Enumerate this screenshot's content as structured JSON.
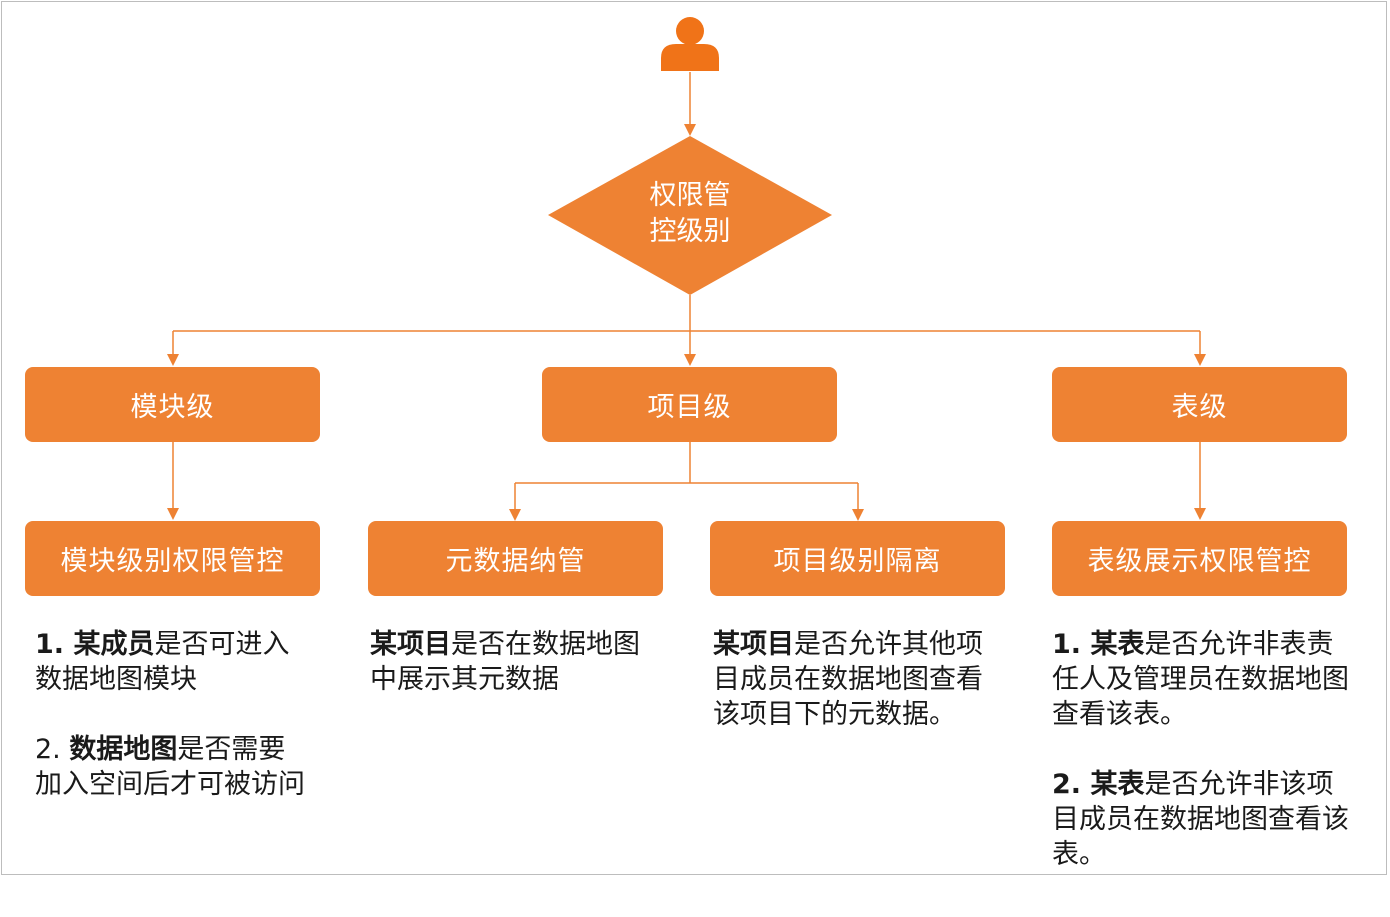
{
  "colors": {
    "accent": "#ee8233",
    "line": "#ee8233",
    "border": "#bdbdbd"
  },
  "user": {
    "icon": "user-icon"
  },
  "decision": {
    "line1": "权限管",
    "line2": "控级别"
  },
  "levels": {
    "module": "模块级",
    "project": "项目级",
    "table": "表级"
  },
  "controls": {
    "module_access": "模块级别权限管控",
    "metadata": "元数据纳管",
    "project_isolation": "项目级别隔离",
    "table_display": "表级展示权限管控"
  },
  "descriptions": {
    "module": {
      "p1_prefix": "1. ",
      "p1_bold": "某成员",
      "p1_rest": "是否可进入数据地图模块",
      "p2_prefix": "2. ",
      "p2_bold": "数据地图",
      "p2_rest": "是否需要加入空间后才可被访问"
    },
    "metadata": {
      "p1_bold": "某项目",
      "p1_rest": "是否在数据地图中展示其元数据"
    },
    "project": {
      "p1_bold": "某项目",
      "p1_rest": "是否允许其他项目成员在数据地图查看该项目下的元数据。"
    },
    "table": {
      "p1_bold": "1. 某表",
      "p1_rest": "是否允许非表责任人及管理员在数据地图查看该表。",
      "p2_bold": "2. 某表",
      "p2_rest": "是否允许非该项目成员在数据地图查看该表。"
    }
  }
}
